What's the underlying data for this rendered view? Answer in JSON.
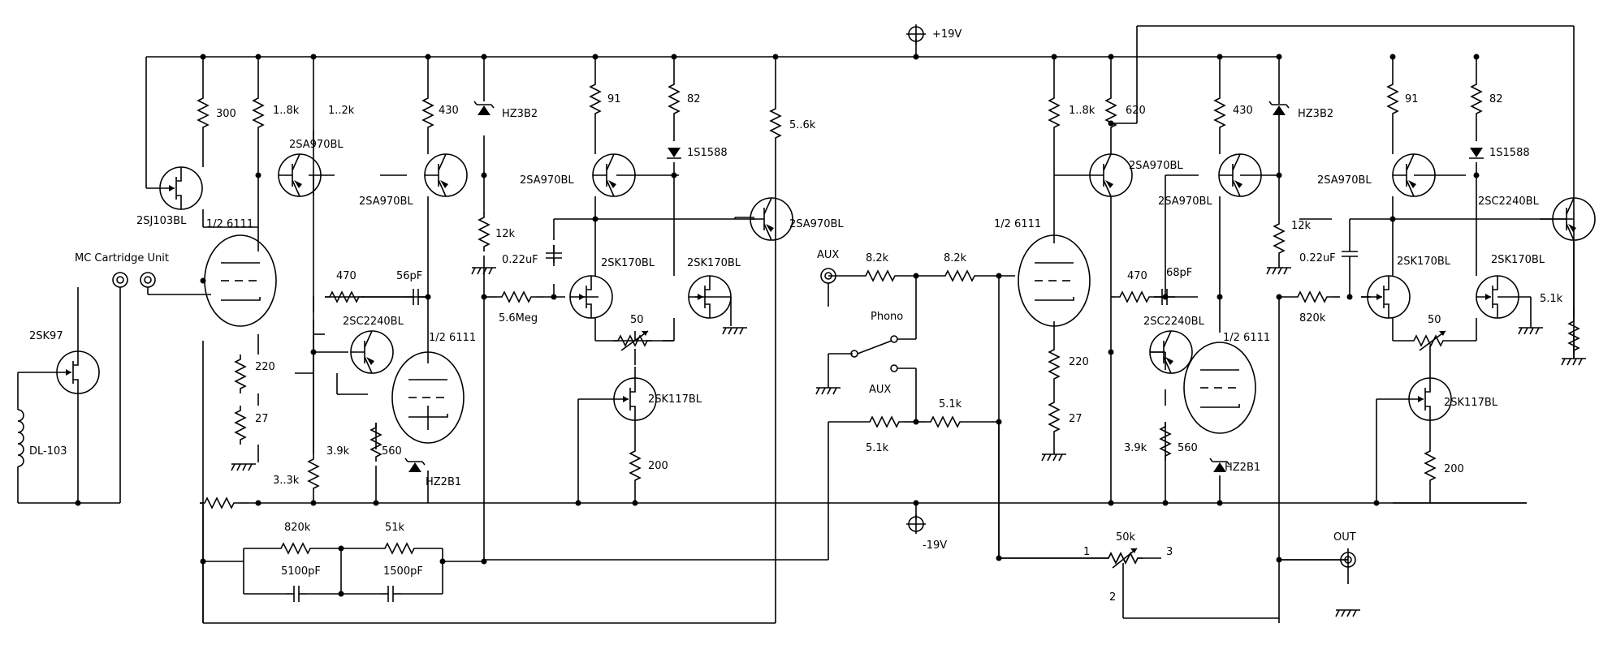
{
  "supplies": {
    "pos": "+19V",
    "neg": "-19V"
  },
  "input": {
    "title": "MC Cartridge Unit",
    "cartridge": "DL-103",
    "jfet": "2SK97"
  },
  "left": {
    "r300": "300",
    "r1_8k": "1..8k",
    "r1_2k": "1..2k",
    "r430": "430",
    "zener_top": "HZ3B2",
    "r91": "91",
    "r82": "82",
    "diode": "1S1588",
    "r5_6k": "5..6k",
    "q_sj": "2SJ103BL",
    "tube1": "1/2 6111",
    "q_a970_1": "2SA970BL",
    "q_a970_2": "2SA970BL",
    "q_a970_3": "2SA970BL",
    "q_a970_out": "2SA970BL",
    "r12k": "12k",
    "c022": "0.22uF",
    "r470": "470",
    "c56": "56pF",
    "r5_6meg": "5.6Meg",
    "q_k170a": "2SK170BL",
    "q_k170b": "2SK170BL",
    "pot50": "50",
    "q_c2240": "2SC2240BL",
    "tube2": "1/2 6111",
    "q_k117": "2SK117BL",
    "r220": "220",
    "r27": "27",
    "r3_9k": "3.9k",
    "r560": "560",
    "zener_bot": "HZ2B1",
    "r200": "200",
    "r3_3k": "3..3k",
    "r820k": "820k",
    "r51k": "51k",
    "c5100": "5100pF",
    "c1500": "1500pF"
  },
  "selector": {
    "aux_label": "AUX",
    "r8_2a": "8.2k",
    "r8_2b": "8.2k",
    "phono": "Phono",
    "aux2": "AUX",
    "r5_1a": "5.1k",
    "r5_1b": "5.1k"
  },
  "right": {
    "tube1": "1/2 6111",
    "r1_8k": "1..8k",
    "r620": "620",
    "q_a970_1": "2SA970BL",
    "r430": "430",
    "zener_top": "HZ3B2",
    "r91": "91",
    "r82": "82",
    "diode": "1S1588",
    "q_a970_2": "2SA970BL",
    "q_a970_3": "2SA970BL",
    "q_c2240_out": "2SC2240BL",
    "r12k": "12k",
    "c022": "0.22uF",
    "q_k170a": "2SK170BL",
    "q_k170b": "2SK170BL",
    "r5_1k": "5.1k",
    "r470": "470",
    "c68": "68pF",
    "r820k": "820k",
    "pot50": "50",
    "q_c2240": "2SC2240BL",
    "tube2": "1/2 6111",
    "q_k117": "2SK117BL",
    "r220": "220",
    "r27": "27",
    "r3_9k": "3.9k",
    "r560": "560",
    "zener_bot": "HZ2B1",
    "r200": "200"
  },
  "volume": {
    "value": "50k",
    "pin1": "1",
    "pin2": "2",
    "pin3": "3"
  },
  "output": {
    "label": "OUT"
  }
}
